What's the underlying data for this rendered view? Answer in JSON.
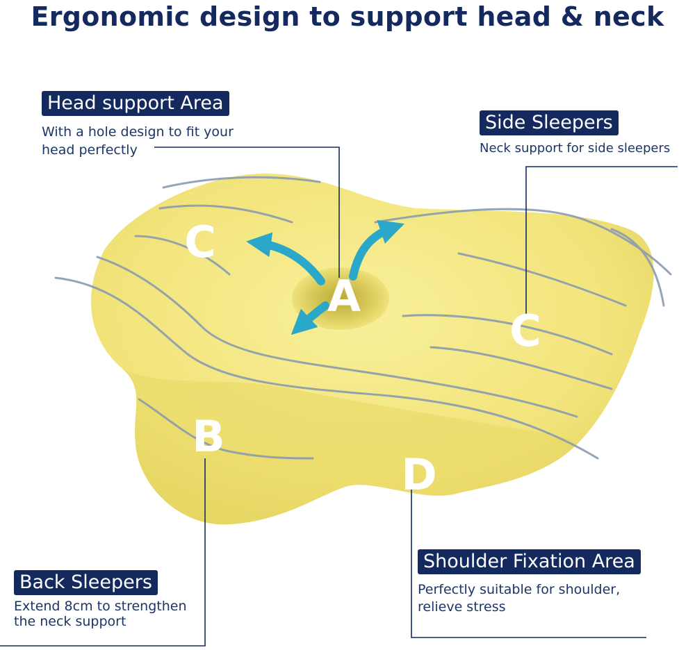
{
  "title": "Ergonomic design to support head & neck",
  "callouts": {
    "head": {
      "label": "Head support Area",
      "desc_line1": "With a hole design to fit your",
      "desc_line2": "head perfectly"
    },
    "side": {
      "label": "Side Sleepers",
      "desc_line1": "Neck support for side sleepers"
    },
    "back": {
      "label": "Back Sleepers",
      "desc_line1": "Extend 8cm to strengthen",
      "desc_line2": "the neck support"
    },
    "shoulder": {
      "label": "Shoulder Fixation Area",
      "desc_line1": "Perfectly suitable for shoulder,",
      "desc_line2": "relieve stress"
    }
  },
  "markers": {
    "a": "A",
    "b": "B",
    "c_left": "C",
    "c_right": "C",
    "d": "D"
  },
  "colors": {
    "navy": "#142a5e",
    "pillow": "#f4e883",
    "arrow": "#2aa7c9",
    "airflow": "#8a9bb0"
  },
  "icons": {
    "arrow": "curved-arrow-icon"
  }
}
